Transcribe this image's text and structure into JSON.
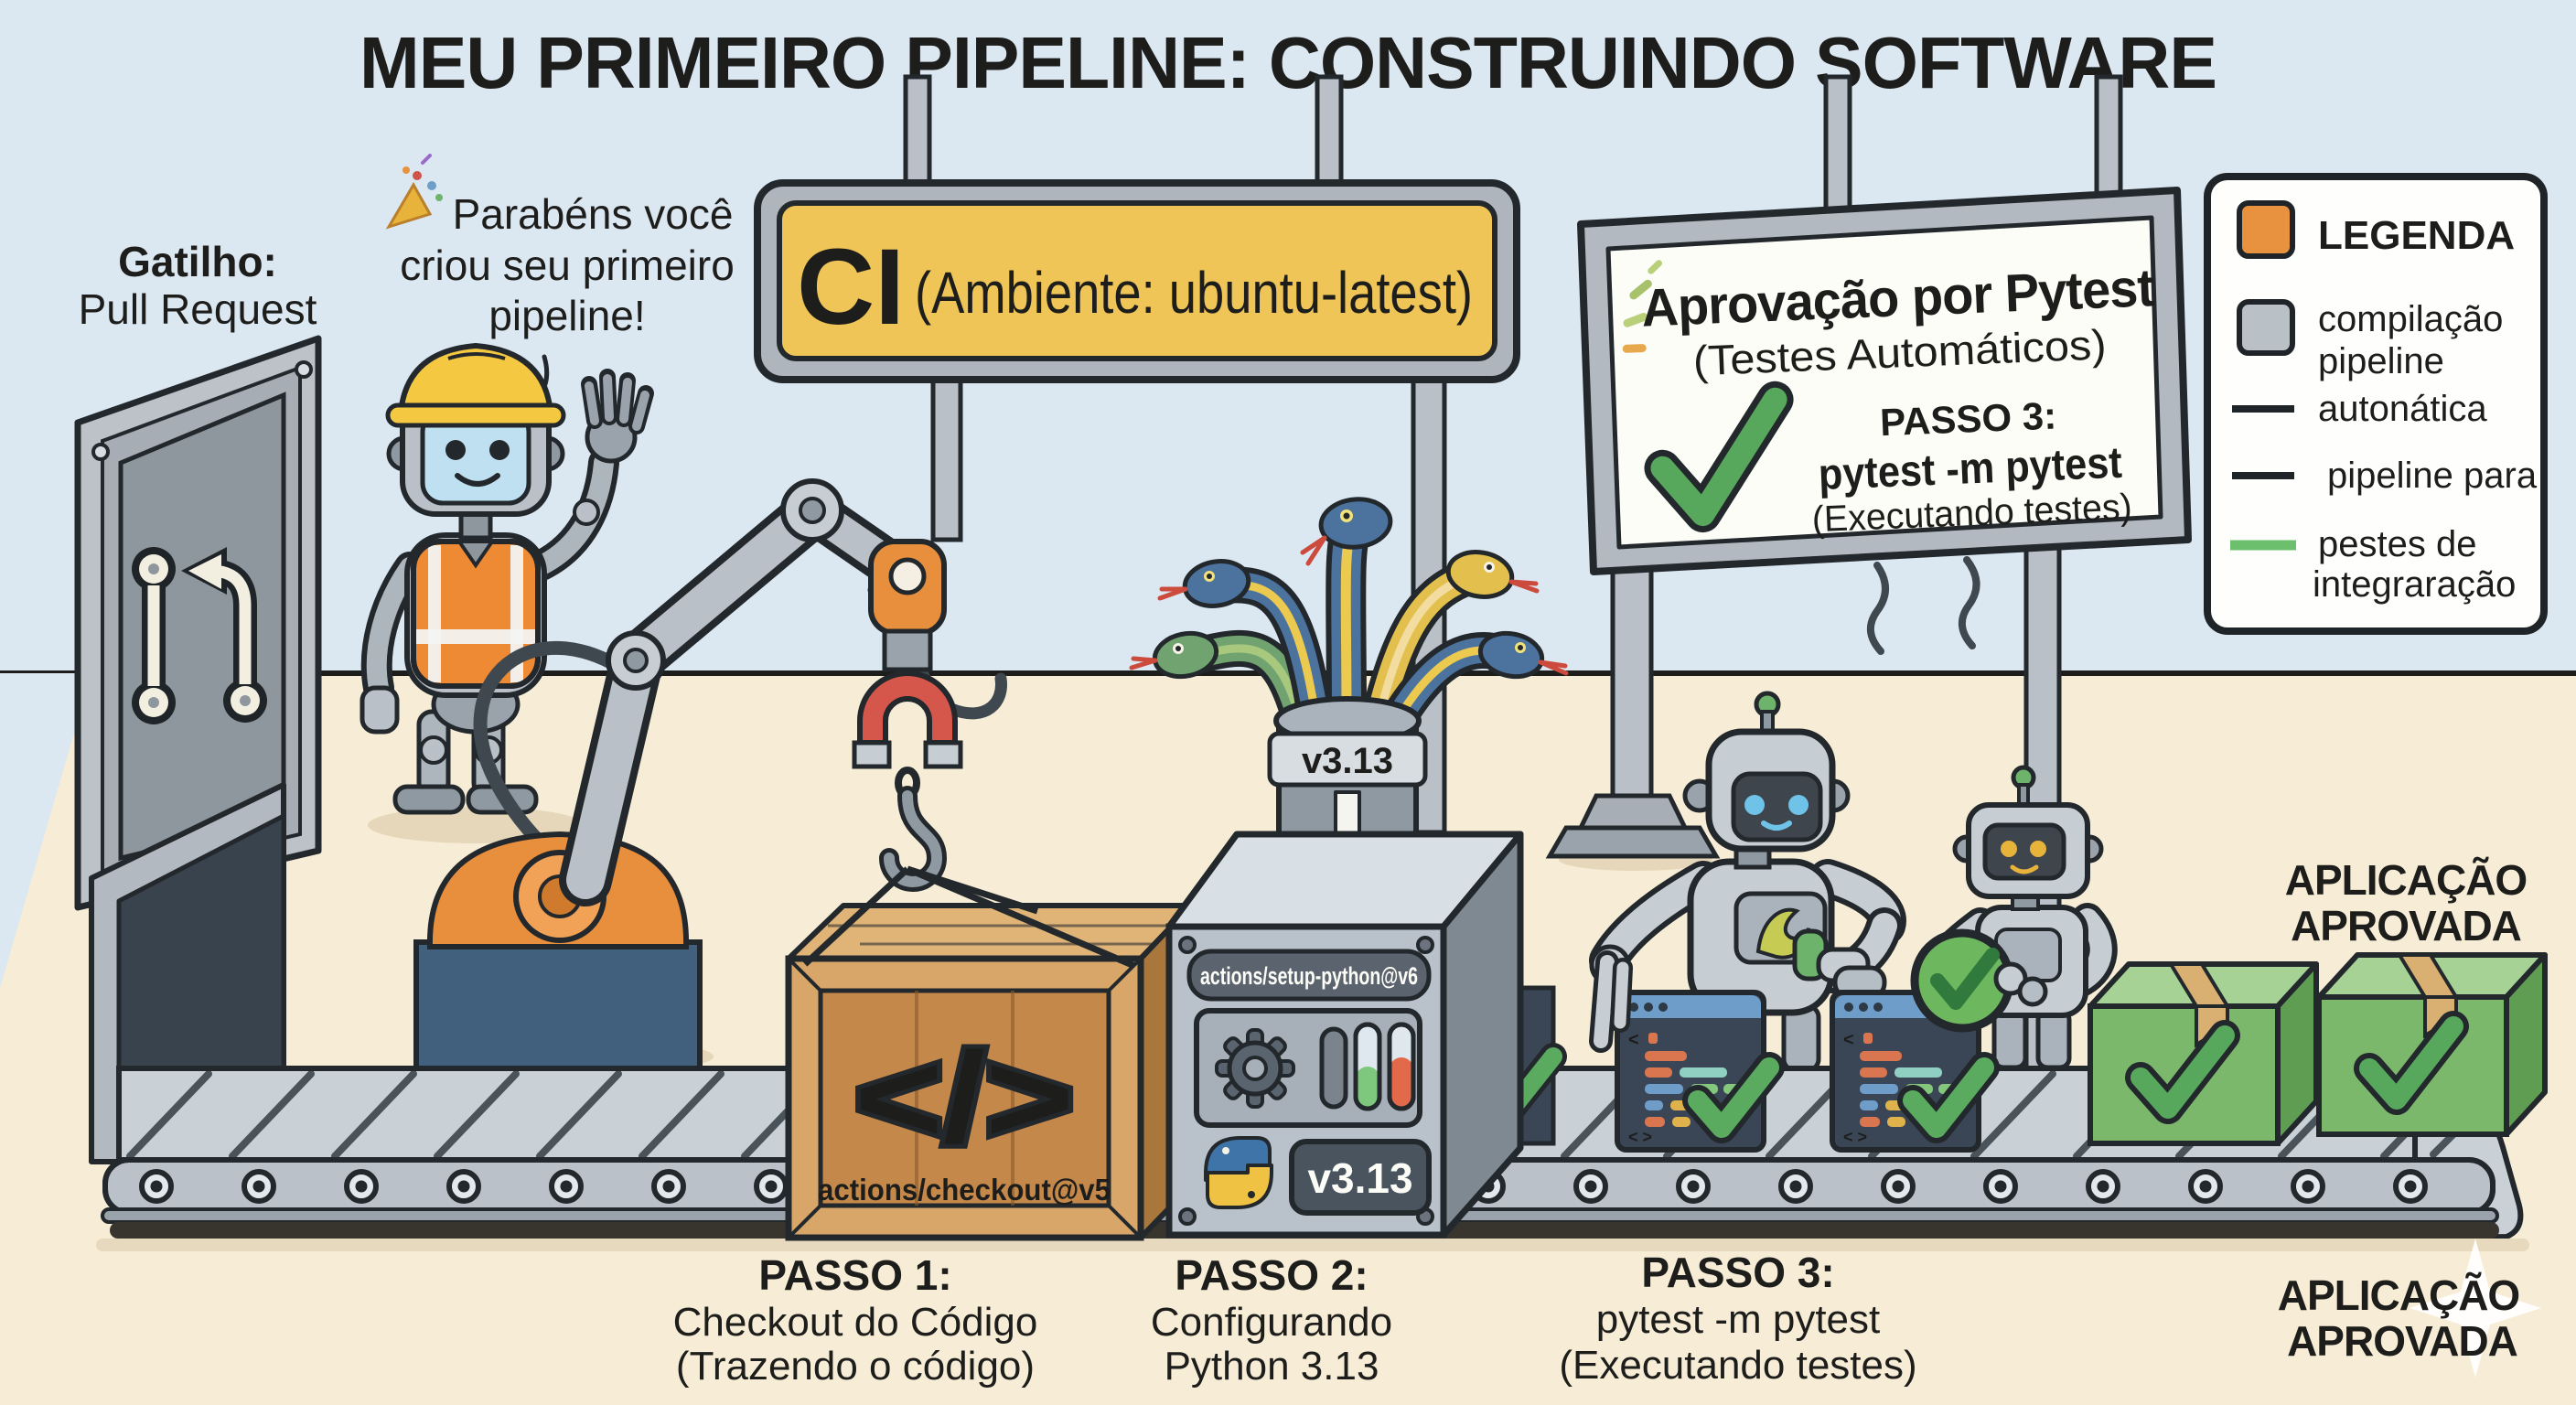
{
  "title": "MEU PRIMEIRO PIPELINE: CONSTRUINDO SOFTWARE",
  "trigger": {
    "heading": "Gatilho:",
    "label": "Pull Request"
  },
  "speech": {
    "icon": "party-popper-icon",
    "line1": "Parabéns você",
    "line2": "criou seu primeiro",
    "line3": "pipeline!"
  },
  "ci_sign": {
    "badge": "CI",
    "environment": "(Ambiente: ubuntu-latest)"
  },
  "pytest_board": {
    "title": "Aprovação por Pytest",
    "subtitle": "(Testes Automáticos)",
    "step_label": "PASSO 3:",
    "command": "pytest -m pytest",
    "note": "(Executando testes)"
  },
  "legend": {
    "rows": [
      {
        "swatch": "orange-square",
        "lines": [
          "LEGENDA"
        ]
      },
      {
        "swatch": "gray-square",
        "lines": [
          "compilação",
          "pipeline"
        ]
      },
      {
        "swatch": "black-line",
        "lines": [
          "autonática"
        ]
      },
      {
        "swatch": "black-line",
        "lines": [
          "pipeline para"
        ]
      },
      {
        "swatch": "green-line",
        "lines": [
          "pestes de",
          "integraração"
        ]
      }
    ]
  },
  "crate": {
    "symbol": "</>",
    "label": "actions/checkout@v5"
  },
  "machine": {
    "label": "actions/setup-python@v6",
    "version_badge": "v3.13",
    "funnel_badge": "v3.13"
  },
  "steps": [
    {
      "heading": "PASSO 1:",
      "line1": "Checkout do Código",
      "line2": "(Trazendo o código)"
    },
    {
      "heading": "PASSO 2:",
      "line1": "Configurando",
      "line2": "Python 3.13"
    },
    {
      "heading": "PASSO 3:",
      "line1": "pytest -m pytest",
      "line2": "(Executando testes)"
    }
  ],
  "approved_upper": {
    "line1": "APLICAÇÃO",
    "line2": "APROVADA"
  },
  "approved_lower": {
    "line1": "APLICAÇÃO",
    "line2": "APROVADA"
  },
  "colors": {
    "wall": "#dbe7f1",
    "floor": "#f7edd6",
    "sign_yellow": "#f0c557",
    "legend_orange": "#e8913f",
    "legend_gray": "#b9c0c6",
    "legend_green": "#6cbf6c",
    "check_green": "#57a85c",
    "belt_gray": "#c9d0d6",
    "crate_brown": "#d8a669",
    "machine_gray": "#b9c2ca"
  }
}
